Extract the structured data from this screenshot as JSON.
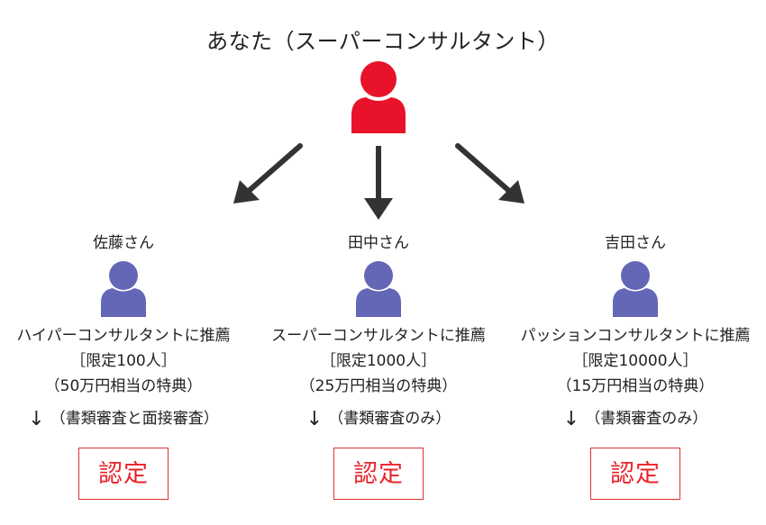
{
  "title": "あなた（スーパーコンサルタント）",
  "colors": {
    "top_person": "#e8122a",
    "sub_person": "#6466b6",
    "arrow": "#333333",
    "certified": "#e8232a"
  },
  "icons": {
    "top": "person-icon",
    "sub": "person-icon",
    "arrows": "arrow-down-icon"
  },
  "people": [
    {
      "name": "佐藤さん",
      "plan": "ハイパーコンサルタントに推薦",
      "limit": "［限定100人］",
      "benefit": "（50万円相当の特典）",
      "review_arrow": "↓",
      "review": "（書類審査と面接審査）",
      "certified": "認定"
    },
    {
      "name": "田中さん",
      "plan": "スーパーコンサルタントに推薦",
      "limit": "［限定1000人］",
      "benefit": "（25万円相当の特典）",
      "review_arrow": "↓",
      "review": "（書類審査のみ）",
      "certified": "認定"
    },
    {
      "name": "吉田さん",
      "plan": "パッションコンサルタントに推薦",
      "limit": "［限定10000人］",
      "benefit": "（15万円相当の特典）",
      "review_arrow": "↓",
      "review": "（書類審査のみ）",
      "certified": "認定"
    }
  ]
}
